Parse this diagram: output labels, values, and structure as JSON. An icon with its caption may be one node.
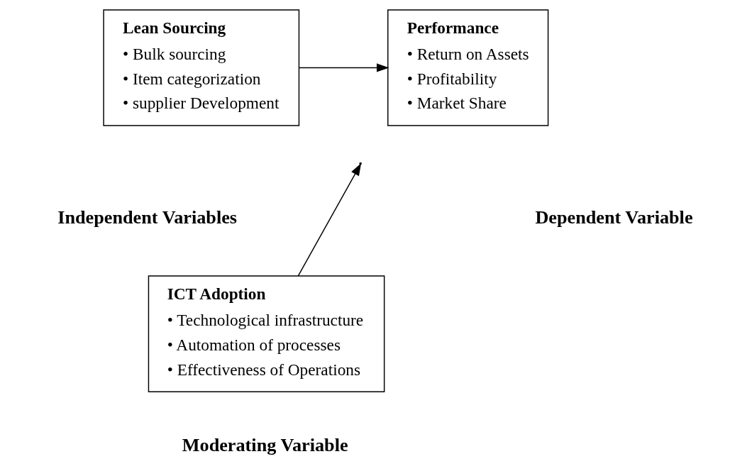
{
  "diagram": {
    "nodes": [
      {
        "text": [
          "Lean Sourcing",
          "• Bulk sourcing",
          "• Item categorization",
          "• supplier Development"
        ]
      },
      {
        "text": [
          "Performance",
          "• Return on Assets",
          "• Profitability",
          "• Market Share"
        ]
      },
      {
        "text": [
          "ICT Adoption",
          "• Technological infrastructure",
          "• Automation of processes",
          "• Effectiveness of Operations"
        ]
      }
    ],
    "edges": [
      {
        "from": 0,
        "to": 1,
        "arrow": "to"
      },
      {
        "from": 2,
        "to": null,
        "arrow": "to"
      }
    ],
    "labels": [
      "Independent Variables",
      "Dependent Variable",
      "Moderating Variable"
    ]
  }
}
